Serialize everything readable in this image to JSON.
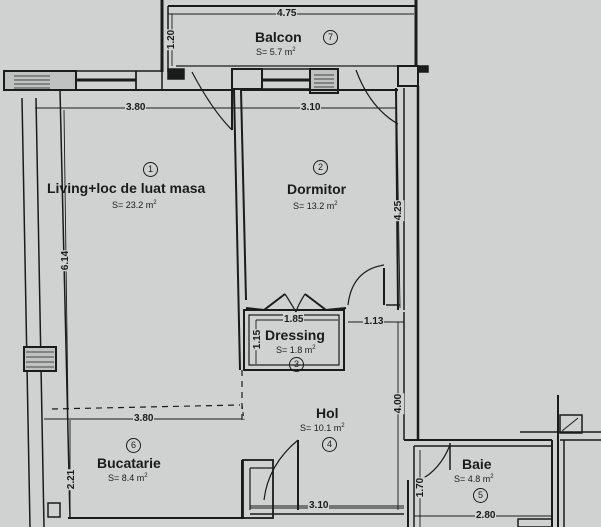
{
  "plan": {
    "background": "#cfd2d1",
    "wall_color": "#1b1b1b",
    "rooms": [
      {
        "id": 1,
        "name": "Living+loc de luat masa",
        "area": "S= 23.2",
        "unit": "m",
        "exp": "2",
        "num": "1"
      },
      {
        "id": 2,
        "name": "Dormitor",
        "area": "S= 13.2",
        "unit": "m",
        "exp": "2",
        "num": "2"
      },
      {
        "id": 3,
        "name": "Dressing",
        "area": "S= 1.8",
        "unit": "m",
        "exp": "2",
        "num": "3"
      },
      {
        "id": 4,
        "name": "Hol",
        "area": "S= 10.1",
        "unit": "m",
        "exp": "2",
        "num": "4"
      },
      {
        "id": 5,
        "name": "Baie",
        "area": "S= 4.8",
        "unit": "m",
        "exp": "2",
        "num": "5"
      },
      {
        "id": 6,
        "name": "Bucatarie",
        "area": "S= 8.4",
        "unit": "m",
        "exp": "2",
        "num": "6"
      },
      {
        "id": 7,
        "name": "Balcon",
        "area": "S= 5.7",
        "unit": "m",
        "exp": "2",
        "num": "7"
      }
    ],
    "dimensions": {
      "balcon_width": "4.75",
      "balcon_depth": "1.20",
      "living_width": "3.80",
      "dormitor_width": "3.10",
      "living_depth": "6.14",
      "dormitor_depth": "4.25",
      "dressing_width": "1.85",
      "dressing_depth": "1.15",
      "hol_passage": "1.13",
      "hol_depth": "4.00",
      "bucatarie_width": "3.80",
      "bucatarie_depth": "2.21",
      "hol_width": "3.10",
      "baie_depth": "1.70",
      "baie_width": "2.80"
    }
  }
}
